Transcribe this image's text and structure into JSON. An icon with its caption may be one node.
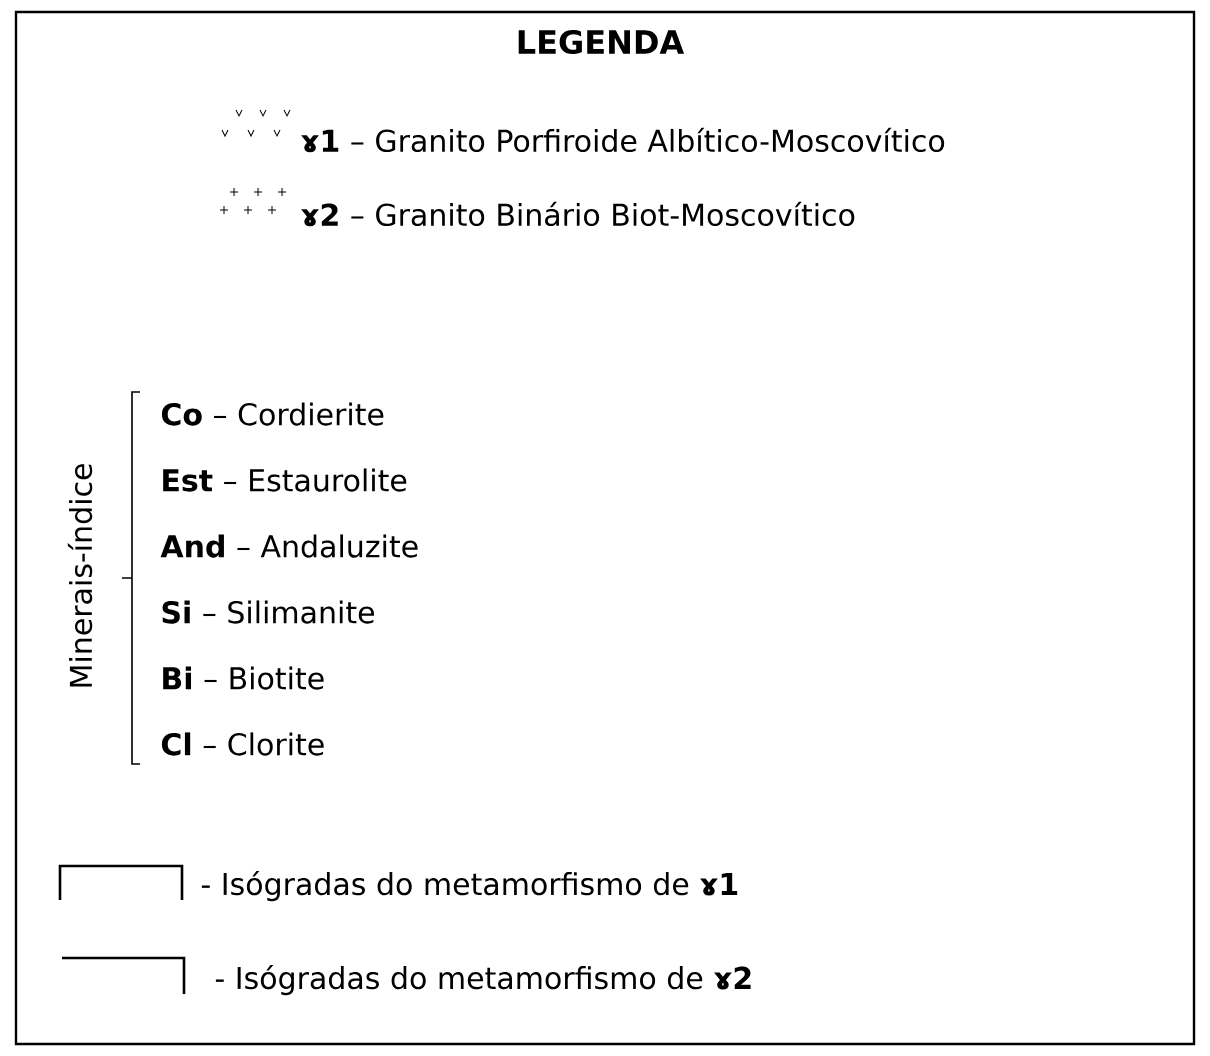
{
  "diagram": {
    "title": "LEGENDA",
    "labels": [
      "Minerais-índice",
      "**Co** – Cordierite",
      "**Est** – Estaurolite",
      "**And** – Andaluzite",
      "**Si** – Silimanite",
      "**Bi** – Biotite",
      "**Cl** – Clorite"
    ],
    "legend": [
      {
        "text": "**ɤ1** – Granito Porfiroide Albítico-Moscovítico"
      },
      {
        "text": "**ɤ2** – Granito Binário Biot-Moscovítico"
      },
      {
        "text": "- Isógradas do metamorfismo de **ɤ1**"
      },
      {
        "text": "- Isógradas do metamorfismo de **ɤ2**"
      }
    ]
  }
}
